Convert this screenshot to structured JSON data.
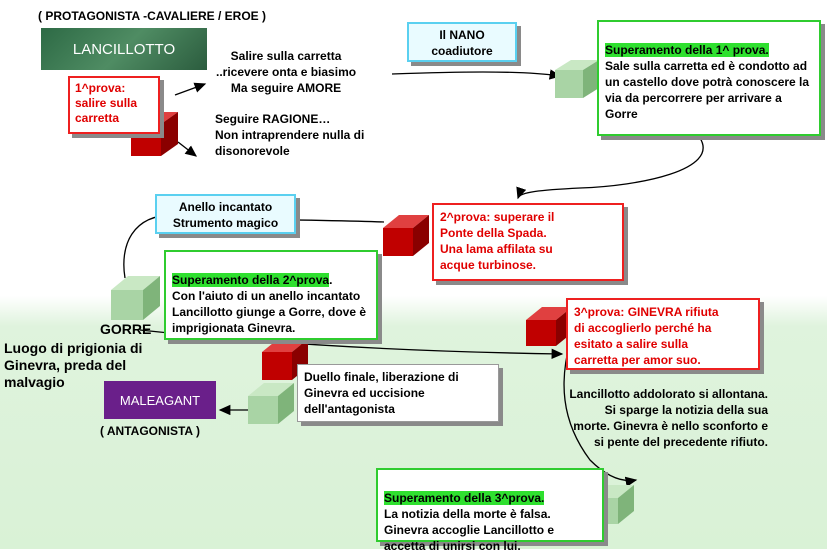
{
  "hero_caption": "( PROTAGONISTA -CAVALIERE / EROE )",
  "hero_name": "LANCILLOTTO",
  "prova1": "1^prova:\nsalire sulla\ncarretta",
  "note_carretta": "Salire sulla carretta\n..ricevere onta e biasimo\nMa seguire AMORE",
  "note_ragione": "Seguire RAGIONE…\nNon intraprendere nulla di\ndisonorevole",
  "nano": "Il NANO\ncoadiutore",
  "sup1": {
    "title": "Superamento della 1^ prova.",
    "body": "Sale sulla carretta ed è condotto ad un castello  dove potrà conoscere la via da percorrere per arrivare a Gorre"
  },
  "anello": "Anello incantato\nStrumento magico",
  "prova2": "2^prova: superare il\nPonte della Spada.\nUna lama affilata su\nacque turbinose.",
  "sup2": {
    "title": "Superamento della 2^prova",
    "body": "Con l'aiuto di un anello incantato Lancillotto giunge a Gorre, dove è imprigionata Ginevra."
  },
  "gorre_title": "GORRE",
  "gorre_desc": "Luogo di prigionia di\nGinevra, preda del\nmalvagio",
  "prova3": "3^prova: GINEVRA rifiuta\ndi accoglierlo perché ha\nesitato a salire sulla\ncarretta per amor suo.",
  "addolorato": "Lancillotto addolorato si allontana.\nSi sparge la notizia della sua\nmorte. Ginevra è nello sconforto e\nsi  pente del precedente rifiuto.",
  "villain_name": "MALEAGANT",
  "villain_caption": "( ANTAGONISTA )",
  "duello": "Duello finale, liberazione di\nGinevra ed uccisione\ndell'antagonista",
  "sup3": {
    "title": "Superamento della 3^prova.",
    "body": "La notizia della morte è falsa.\nGinevra accoglie Lancillotto e\naccetta di unirsi con lui."
  },
  "colors": {
    "success": "#2fcc2f",
    "trial": "#ee2020",
    "helper": "#5ad0f0",
    "villain": "#6a1f8a",
    "hero": "#2d6a45"
  }
}
